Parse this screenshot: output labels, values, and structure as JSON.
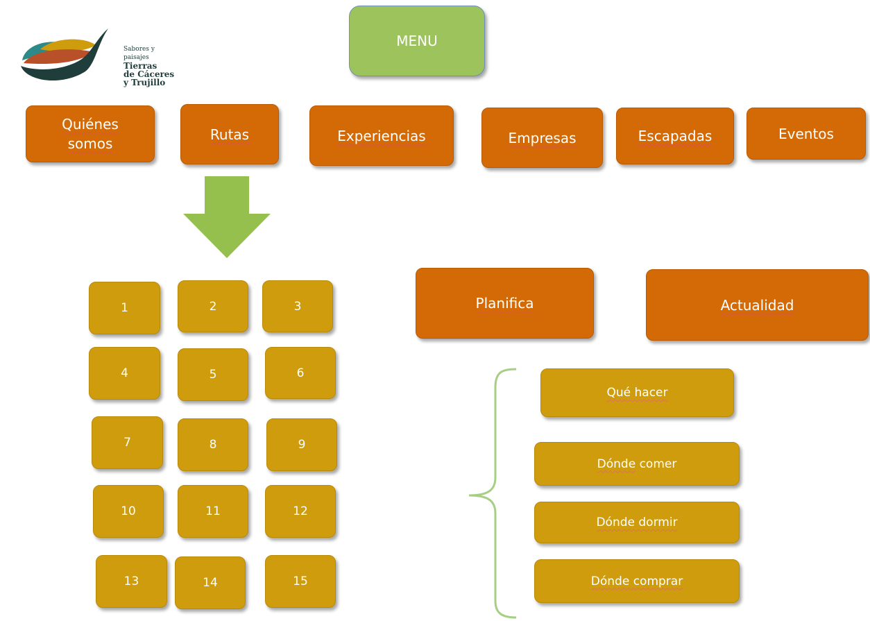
{
  "logo": {
    "line1": "Sabores y",
    "line2": "paisajes",
    "line3": "Tierras",
    "line4": "de Cáceres",
    "line5": "y Trujillo"
  },
  "menu_label": "MENU",
  "top_menu": [
    "Quiénes somos",
    "Rutas",
    "Experiencias",
    "Empresas",
    "Escapadas",
    "Eventos"
  ],
  "routes": [
    "1",
    "2",
    "3",
    "4",
    "5",
    "6",
    "7",
    "8",
    "9",
    "10",
    "11",
    "12",
    "13",
    "14",
    "15"
  ],
  "planifica_label": "Planifica",
  "actualidad_label": "Actualidad",
  "planifica_items": [
    "Qué hacer",
    "Dónde comer",
    "Dónde dormir",
    "Dónde comprar"
  ],
  "colors": {
    "menu_green": "#9dc35c",
    "primary_orange": "#d46a06",
    "secondary_gold": "#cf9c0d",
    "arrow_green": "#96c04d",
    "brace_green": "#a6cf83"
  }
}
